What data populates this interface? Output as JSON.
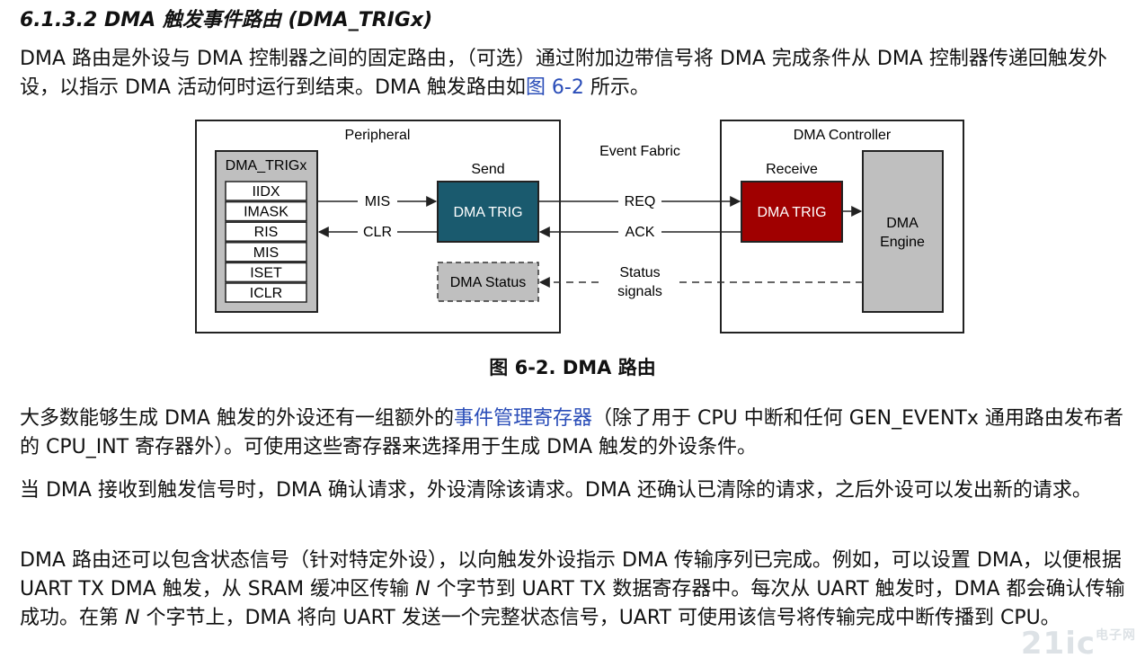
{
  "heading": "6.1.3.2 DMA 触发事件路由 (DMA_TRIGx)",
  "paragraph1": {
    "before_link": "DMA 路由是外设与 DMA 控制器之间的固定路由，（可选）通过附加边带信号将 DMA 完成条件从 DMA 控制器传递回触发外设，以指示 DMA 活动何时运行到结束。DMA 触发路由如",
    "link": "图 6-2",
    "after_link": " 所示。"
  },
  "figure": {
    "caption": "图 6-2. DMA 路由",
    "peripheral_label": "Peripheral",
    "event_fabric_label": "Event Fabric",
    "controller_label": "DMA Controller",
    "trig_block_label": "DMA_TRIGx",
    "registers": [
      "IIDX",
      "IMASK",
      "RIS",
      "MIS",
      "ISET",
      "ICLR"
    ],
    "mis_label": "MIS",
    "clr_label": "CLR",
    "send_label": "Send",
    "send_block": "DMA TRIG",
    "req_label": "REQ",
    "ack_label": "ACK",
    "receive_label": "Receive",
    "receive_block": "DMA TRIG",
    "engine_line1": "DMA",
    "engine_line2": "Engine",
    "status_block": "DMA Status",
    "status_line1": "Status",
    "status_line2": "signals",
    "colors": {
      "send_fill": "#1a5a6e",
      "receive_fill": "#a00000",
      "gray_fill": "#bfbfbf",
      "link": "#2a4db8"
    }
  },
  "paragraph2": {
    "before_link": "大多数能够生成 DMA 触发的外设还有一组额外的",
    "link": "事件管理寄存器",
    "after_link": "（除了用于 CPU 中断和任何 GEN_EVENTx 通用路由发布者的 CPU_INT 寄存器外）。可使用这些寄存器来选择用于生成 DMA 触发的外设条件。"
  },
  "paragraph3": "当 DMA 接收到触发信号时，DMA 确认请求，外设清除该请求。DMA 还确认已清除的请求，之后外设可以发出新的请求。",
  "paragraph4": {
    "part1": "DMA 路由还可以包含状态信号（针对特定外设），以向触发外设指示 DMA 传输序列已完成。例如，可以设置 DMA，以便根据 UART TX DMA 触发，从 SRAM 缓冲区传输 ",
    "n1": "N",
    "part2": " 个字节到 UART TX 数据寄存器中。每次从 UART 触发时，DMA 都会确认传输成功。在第 ",
    "n2": "N",
    "part3": " 个字节上，DMA 将向 UART 发送一个完整状态信号，UART 可使用该信号将传输完成中断传播到 CPU。"
  },
  "watermark": {
    "main": "21ic",
    "sub": "电子网"
  }
}
